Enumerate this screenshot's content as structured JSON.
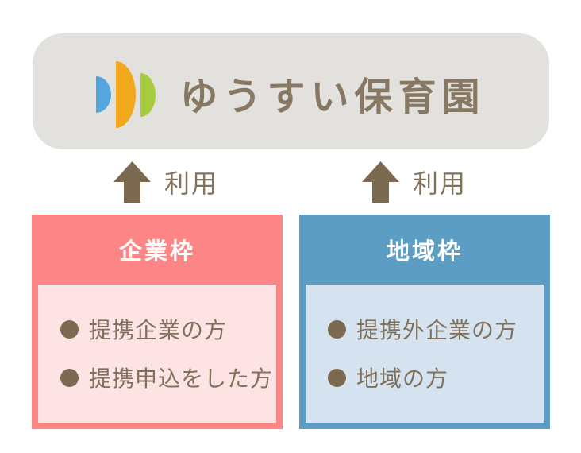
{
  "banner": {
    "title": "ゆうすい保育園",
    "logo": "soundwave-logo"
  },
  "arrows": [
    {
      "label": "利用"
    },
    {
      "label": "利用"
    }
  ],
  "boxes": [
    {
      "title": "企業枠",
      "items": [
        "提携企業の方",
        "提携申込をした方"
      ]
    },
    {
      "title": "地域枠",
      "items": [
        "提携外企業の方",
        "地域の方"
      ]
    }
  ],
  "colors": {
    "banner_bg": "#E3E1DE",
    "title_text": "#867862",
    "logo_blue": "#55A6DC",
    "logo_orange": "#F2A81D",
    "logo_green": "#A6CB3B",
    "arrow": "#7C6A50",
    "label_text": "#83735A",
    "corporate_header": "#FC8585",
    "corporate_body": "#FDE3E3",
    "region_header": "#5C9DC4",
    "region_body": "#D4E3EF",
    "header_text": "#FFFFFF",
    "item_text": "#80715D",
    "bullet": "#7C6A50"
  }
}
